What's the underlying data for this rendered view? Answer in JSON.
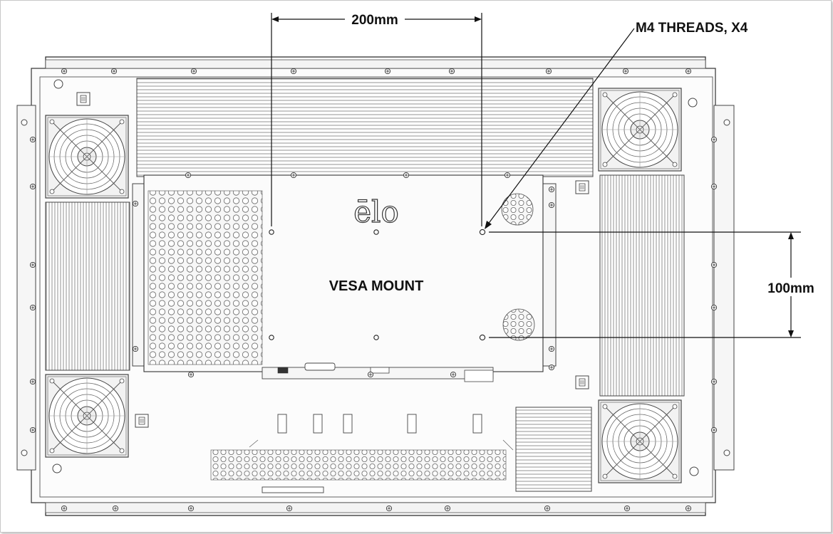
{
  "labels": {
    "horizontal_spacing": "200mm",
    "vertical_spacing": "100mm",
    "thread_note": "M4 THREADS, X4",
    "mount_title": "VESA MOUNT",
    "logo": "ēlo"
  },
  "colors": {
    "line": "#222222",
    "panel_fill": "#f4f4f4",
    "stroke_light": "#888888"
  }
}
